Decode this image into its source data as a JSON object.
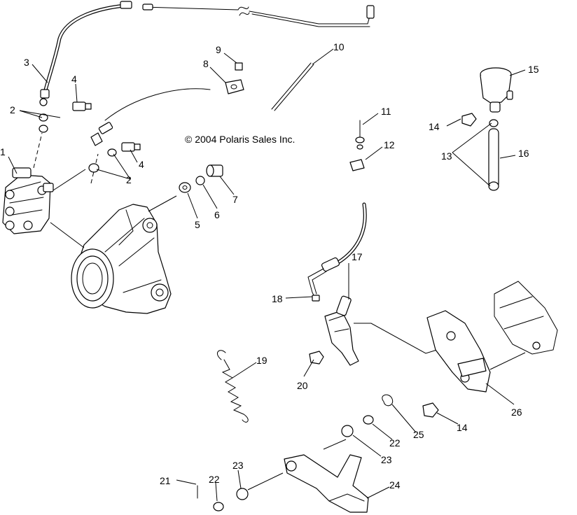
{
  "copyright": "© 2004 Polaris Sales Inc.",
  "callouts": {
    "c1": "1",
    "c2a": "2",
    "c2b": "2",
    "c3": "3",
    "c4a": "4",
    "c4b": "4",
    "c5": "5",
    "c6": "6",
    "c7": "7",
    "c8": "8",
    "c9": "9",
    "c10": "10",
    "c11": "11",
    "c12": "12",
    "c13": "13",
    "c14a": "14",
    "c14b": "14",
    "c15": "15",
    "c16": "16",
    "c17": "17",
    "c18": "18",
    "c19": "19",
    "c20": "20",
    "c21": "21",
    "c22a": "22",
    "c22b": "22",
    "c23a": "23",
    "c23b": "23",
    "c24": "24",
    "c25": "25",
    "c26": "26"
  },
  "colors": {
    "line": "#000000",
    "background": "#ffffff"
  }
}
